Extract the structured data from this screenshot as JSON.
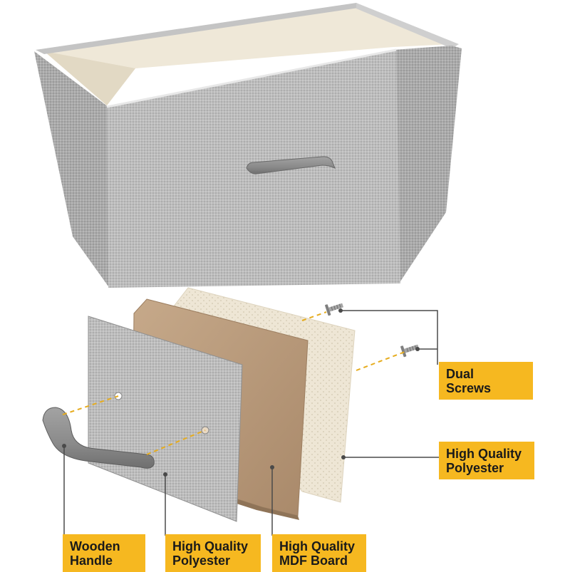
{
  "labels": {
    "dual_screws": [
      "Dual",
      "Screws"
    ],
    "polyester_right": [
      "High Quality",
      "Polyester"
    ],
    "wooden_handle": [
      "Wooden",
      "Handle"
    ],
    "polyester_front": [
      "High Quality",
      "Polyester"
    ],
    "mdf_board": [
      "High Quality",
      "MDF Board"
    ]
  },
  "colors": {
    "label_background": "#f6b820",
    "label_text": "#1a1a1a",
    "fabric_gray": "#b9b9b9",
    "liner_cream": "#efe8d8",
    "mdf_brown": "#b89a7a",
    "handle_gray": "#8e8e8e",
    "guide_dash": "#e6ac1e"
  },
  "icons": [
    "screw-icon",
    "handle-icon"
  ]
}
